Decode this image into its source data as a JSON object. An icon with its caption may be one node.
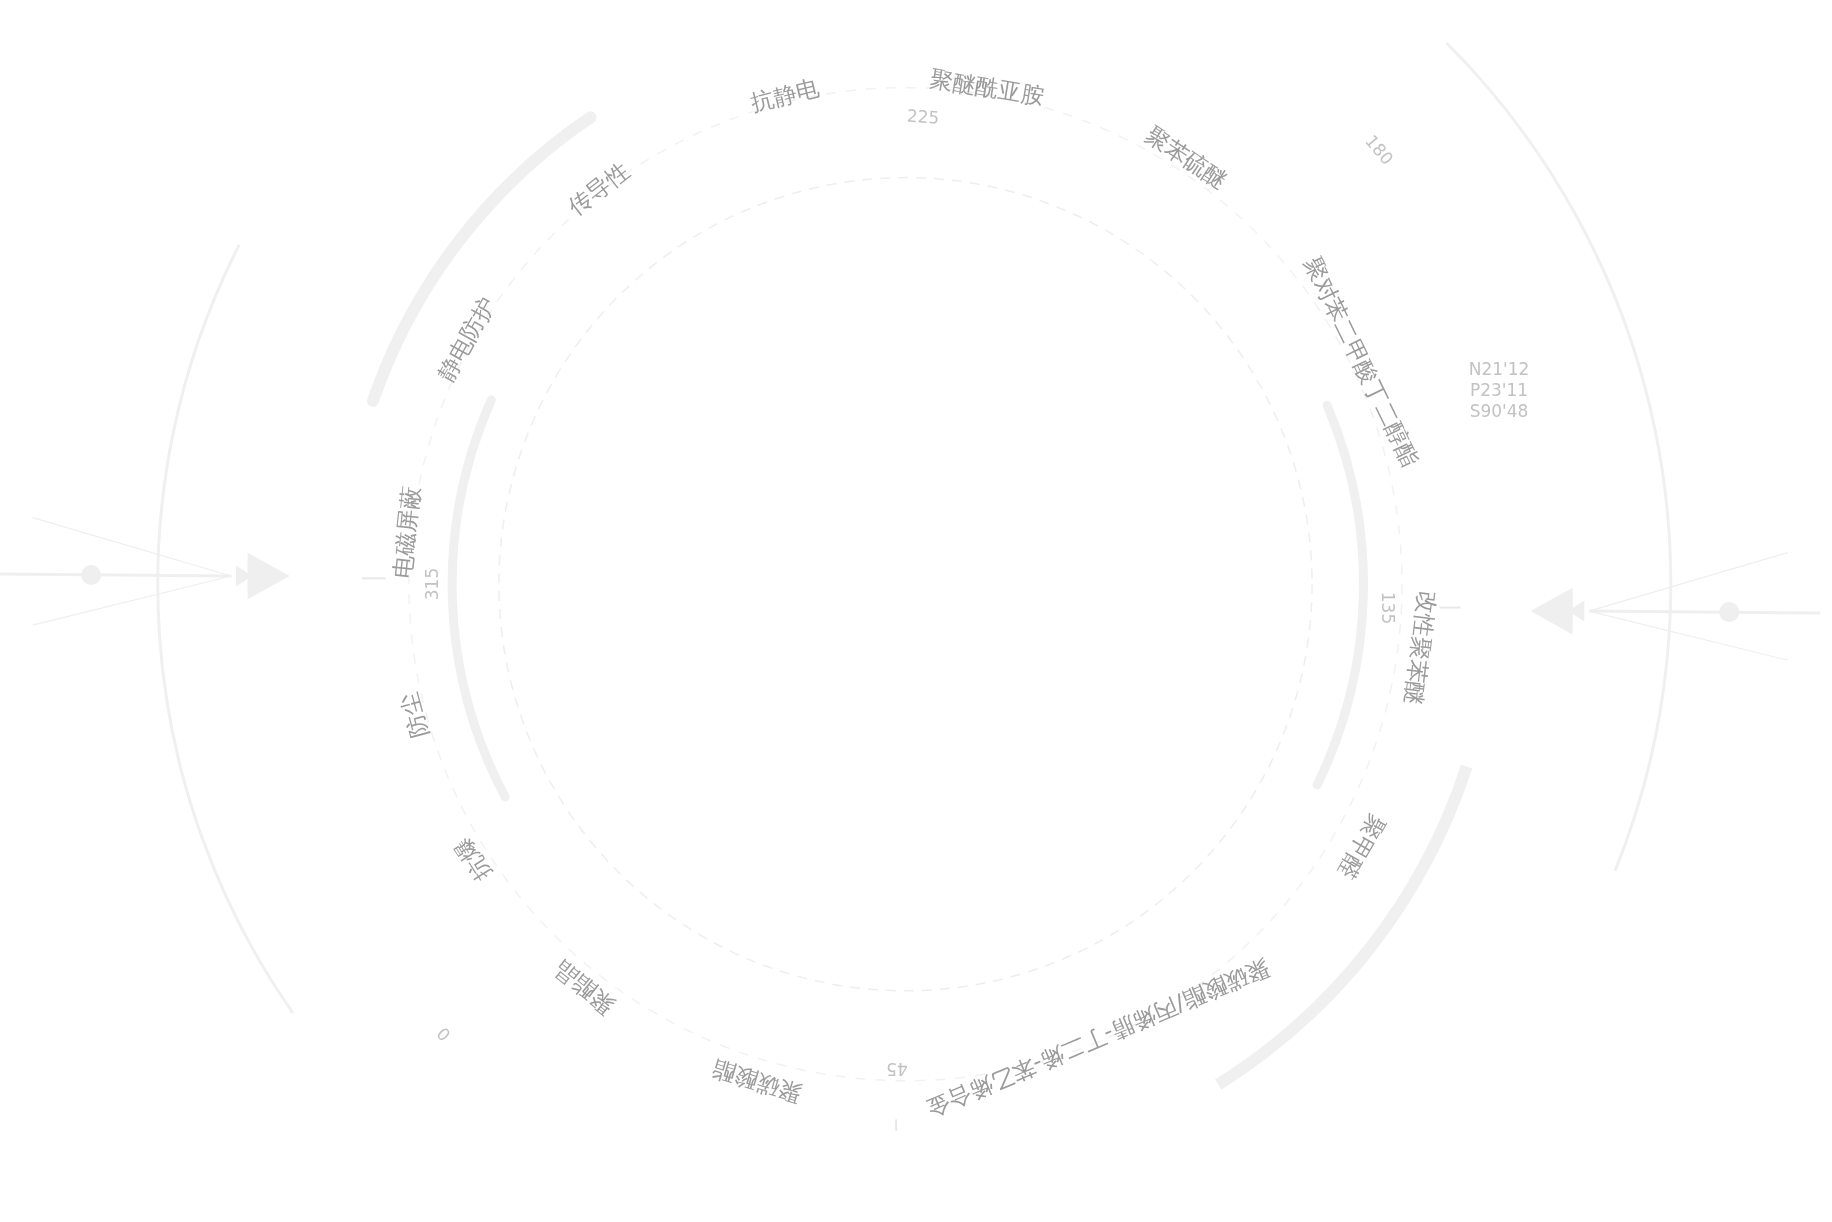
{
  "diagram": {
    "labels": [
      "抗静电",
      "聚醚酰亚胺",
      "225",
      "180",
      "聚苯硫醚",
      "传导性",
      "静电防护",
      "聚对苯二甲酸丁二醇酯",
      "N21'12",
      "P23'11",
      "S90'48",
      "电磁屏蔽",
      "315",
      "135",
      "改性聚苯醚",
      "防尘",
      "聚甲醛",
      "抗爆",
      "聚酯晶",
      "聚碳酸酯/丙烯腈-丁二烯-苯乙烯合金",
      "0",
      "45",
      "聚碳酸酯"
    ]
  }
}
